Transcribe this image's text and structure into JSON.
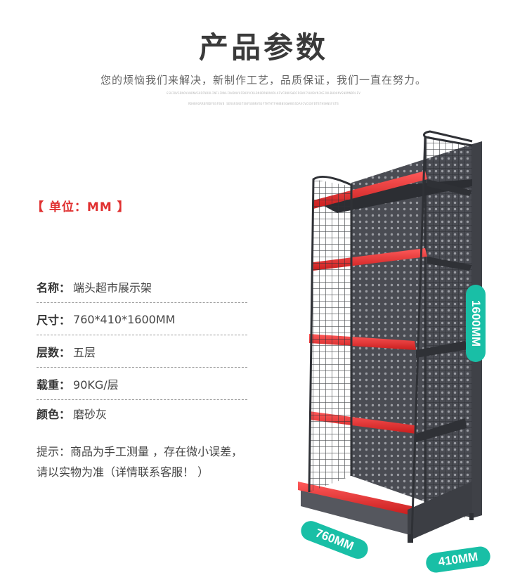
{
  "header": {
    "title": "产品参数",
    "subtitle": "您的烦恼我们来解决，新制作工艺，品质保证，我们一直在努力。",
    "fine_line_1": "GSHIOVSDNOVAWDNVSUDFNDBLINFLINNLINADNVUFBKDVCKLBNODRNDNVRLKFVCBNKSWDIRGNVIVHVBVNJKEJNLBHOUNVSNDMNDRLEV",
    "fine_line_2": "RDHNVGRRBFBDFBSFBVB SERGRSNSTSNFSBNNYBGFTHTHTFHNBNSGWHNSSDAVCVCXDFBTBTHSHNSFGTB"
  },
  "unit_label": "【 单位：MM 】",
  "specs": [
    {
      "key": "名称：",
      "value": "端头超市展示架"
    },
    {
      "key": "尺寸：",
      "value": "760*410*1600MM"
    },
    {
      "key": "层数：",
      "value": "五层"
    },
    {
      "key": "载重：",
      "value": "90KG/层"
    },
    {
      "key": "颜色：",
      "value": "磨砂灰"
    }
  ],
  "note": {
    "line1": "提示：商品为手工测量 ，存在微小误差，",
    "line2": "请以实物为准（详情联系客服！ ）"
  },
  "dimensions": {
    "height": "1600MM",
    "width": "760MM",
    "depth": "410MM"
  },
  "colors": {
    "accent_red": "#e03030",
    "shelf_gray": "#4a4c53",
    "teal": "#19bfa6"
  }
}
